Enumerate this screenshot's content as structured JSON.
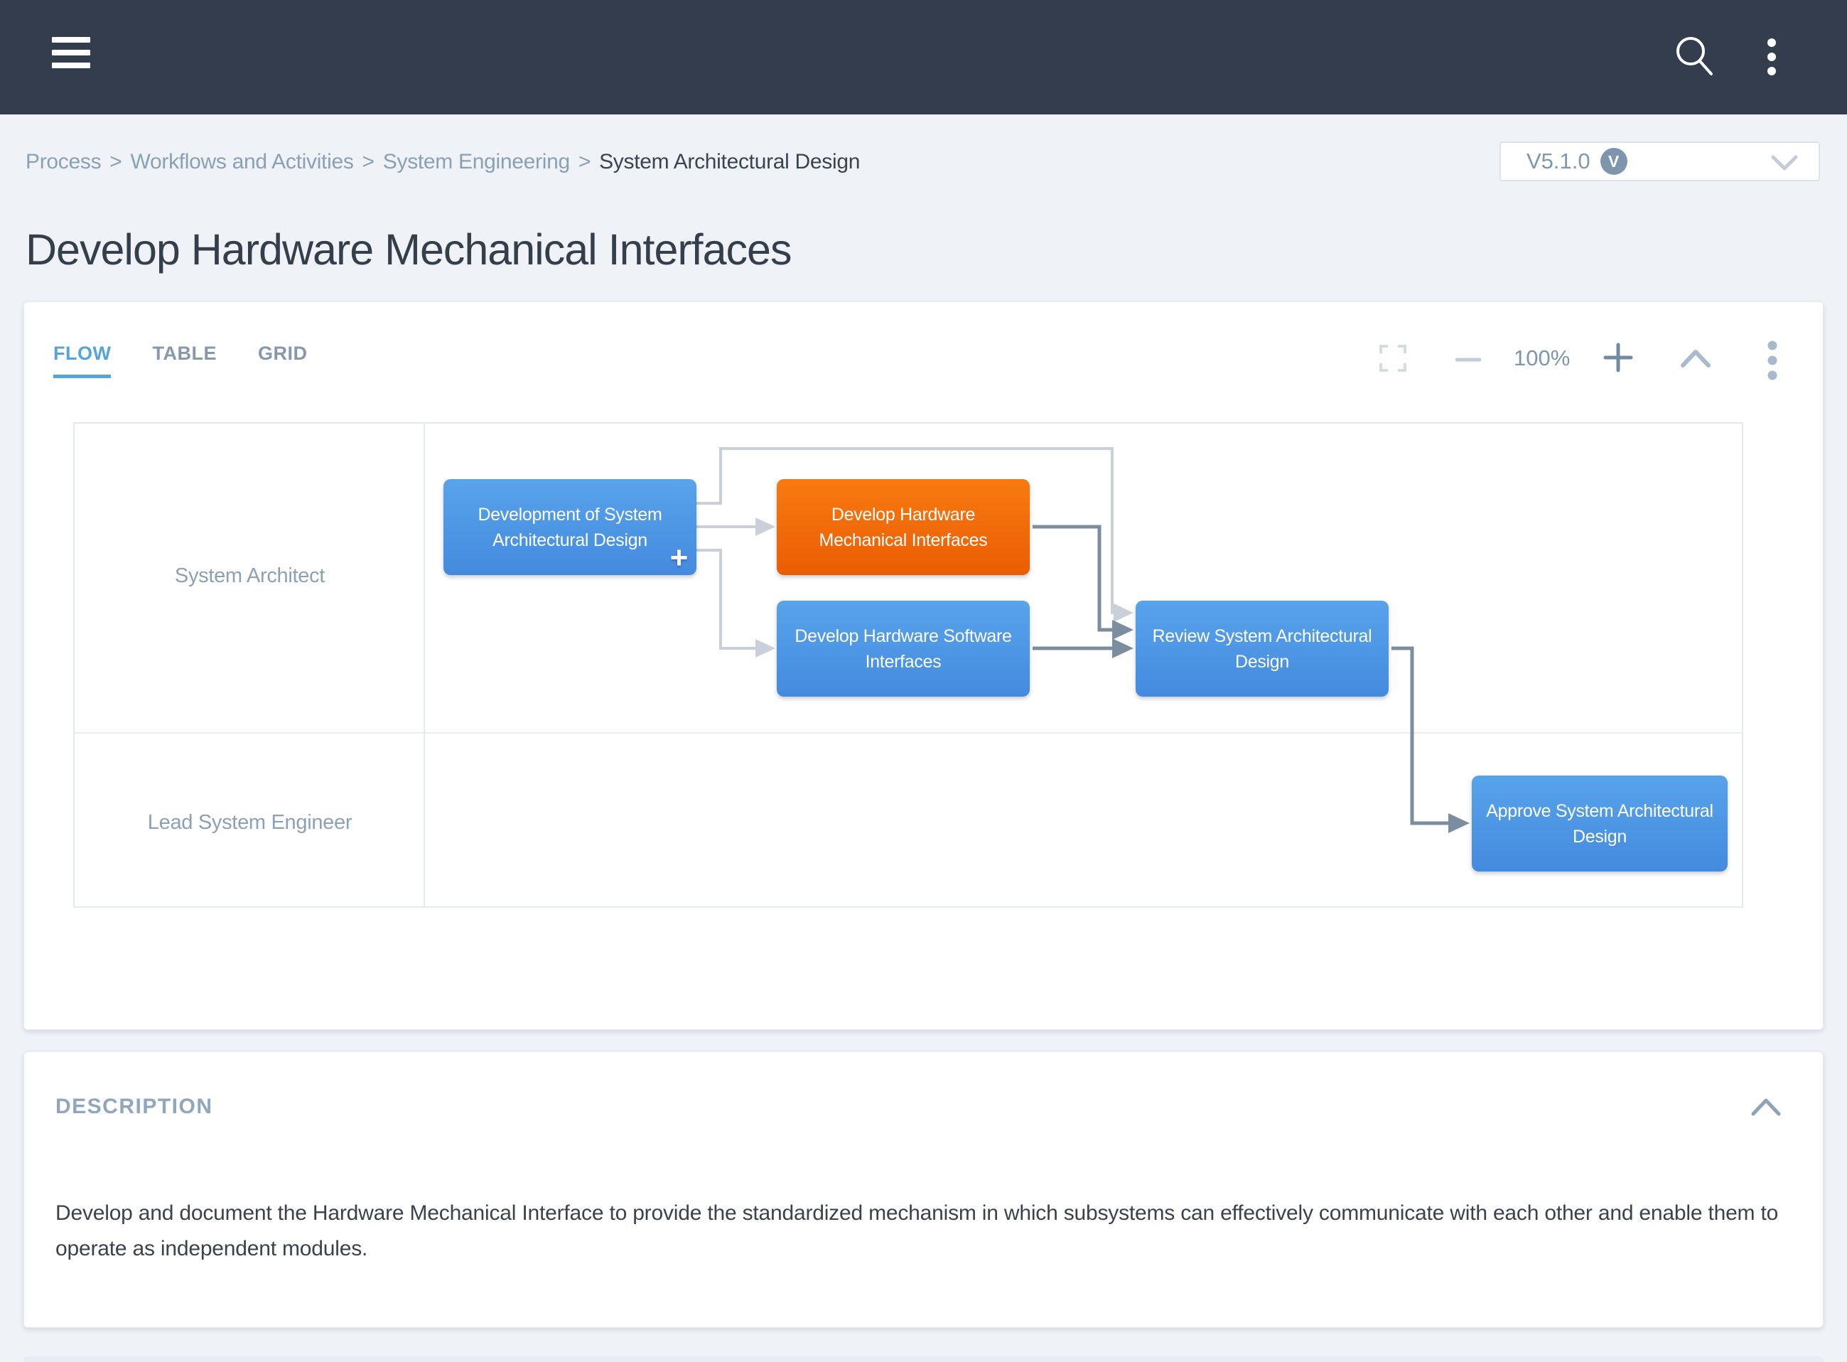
{
  "header": {
    "menu_icon": "hamburger",
    "search_icon": "magnifier",
    "overflow_icon": "vertical-kebab"
  },
  "breadcrumb": {
    "separator": ">",
    "items": [
      {
        "label": "Process",
        "current": false
      },
      {
        "label": "Workflows and Activities",
        "current": false
      },
      {
        "label": "System Engineering",
        "current": false
      },
      {
        "label": "System Architectural Design",
        "current": true
      }
    ]
  },
  "version": {
    "label": "V5.1.0",
    "badge": "V"
  },
  "page_title": "Develop Hardware Mechanical Interfaces",
  "tabs": [
    {
      "label": "FLOW",
      "active": true
    },
    {
      "label": "TABLE",
      "active": false
    },
    {
      "label": "GRID",
      "active": false
    }
  ],
  "toolbar": {
    "fullscreen_icon": "expand-corners",
    "zoom_out_label": "−",
    "zoom_level": "100%",
    "zoom_in_label": "+",
    "collapse_icon": "chevron-up",
    "overflow_icon": "vertical-kebab"
  },
  "diagram": {
    "lanes": [
      {
        "label": "System Architect"
      },
      {
        "label": "Lead System Engineer"
      }
    ],
    "nodes": [
      {
        "id": "development-of-system-architectural-design",
        "label": "Development of System Architectural Design",
        "color": "blue",
        "lane": "System Architect",
        "has_plus": true
      },
      {
        "id": "develop-hardware-mechanical-interfaces",
        "label": "Develop Hardware Mechanical Interfaces",
        "color": "orange",
        "lane": "System Architect",
        "has_plus": false
      },
      {
        "id": "develop-hardware-software-interfaces",
        "label": "Develop Hardware Software Interfaces",
        "color": "blue",
        "lane": "System Architect",
        "has_plus": false
      },
      {
        "id": "review-system-architectural-design",
        "label": "Review System Architectural Design",
        "color": "blue",
        "lane": "System Architect",
        "has_plus": false
      },
      {
        "id": "approve-system-architectural-design",
        "label": "Approve System Architectural Design",
        "color": "blue",
        "lane": "Lead System Engineer",
        "has_plus": false
      }
    ],
    "edges": [
      {
        "from": "development-of-system-architectural-design",
        "to": "review-system-architectural-design",
        "style": "light"
      },
      {
        "from": "development-of-system-architectural-design",
        "to": "develop-hardware-mechanical-interfaces",
        "style": "light"
      },
      {
        "from": "development-of-system-architectural-design",
        "to": "develop-hardware-software-interfaces",
        "style": "light"
      },
      {
        "from": "develop-hardware-mechanical-interfaces",
        "to": "review-system-architectural-design",
        "style": "dark"
      },
      {
        "from": "develop-hardware-software-interfaces",
        "to": "review-system-architectural-design",
        "style": "dark"
      },
      {
        "from": "review-system-architectural-design",
        "to": "approve-system-architectural-design",
        "style": "dark"
      }
    ],
    "plus_label": "+"
  },
  "description": {
    "heading": "DESCRIPTION",
    "body": "Develop and document the Hardware Mechanical Interface to provide the standardized mechanism in which subsystems can effectively communicate with each other and enable them to operate as independent modules."
  },
  "colors": {
    "header_bg": "#333D4D",
    "page_bg": "#EFF3F7",
    "accent_tab": "#55A5D9",
    "node_blue_top": "#58A3EA",
    "node_blue_bottom": "#448ADF",
    "node_orange_top": "#F87A10",
    "node_orange_bottom": "#EA5D03",
    "edge_light": "#C9D0D9",
    "edge_dark": "#7C8DA0",
    "muted_label": "#8CA1B6"
  }
}
